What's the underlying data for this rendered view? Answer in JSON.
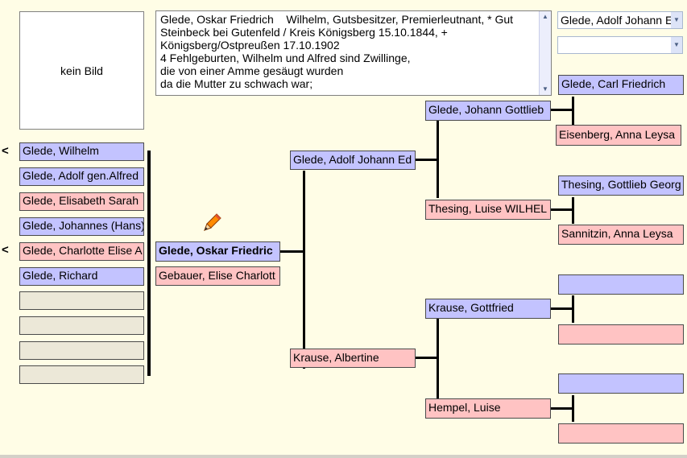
{
  "photo": {
    "label": "kein Bild"
  },
  "notes": {
    "text": "Glede, Oskar Friedrich    Wilhelm, Gutsbesitzer, Premierleutnant, * Gut\nSteinbeck bei Gutenfeld / Kreis Königsberg 15.10.1844, +\nKönigsberg/Ostpreußen 17.10.1902\n4 Fehlgeburten, Wilhelm und Alfred sind Zwillinge,\ndie von einer Amme gesäugt wurden\nda die Mutter zu schwach war;"
  },
  "selector": {
    "primary_value": "Glede, Adolf Johann E",
    "secondary_value": ""
  },
  "markers": {
    "symbol": "<"
  },
  "children": [
    {
      "name": "Glede, Wilhelm",
      "sex": "m",
      "marked": true
    },
    {
      "name": "Glede, Adolf gen.Alfred",
      "sex": "m",
      "marked": false
    },
    {
      "name": "Glede, Elisabeth Sarah",
      "sex": "f",
      "marked": false
    },
    {
      "name": "Glede, Johannes (Hans)",
      "sex": "m",
      "marked": false
    },
    {
      "name": "Glede, Charlotte Elise A",
      "sex": "f",
      "marked": true
    },
    {
      "name": "Glede, Richard",
      "sex": "m",
      "marked": false
    },
    {
      "name": "",
      "sex": "empty",
      "marked": false
    },
    {
      "name": "",
      "sex": "empty",
      "marked": false
    },
    {
      "name": "",
      "sex": "empty",
      "marked": false
    },
    {
      "name": "",
      "sex": "empty",
      "marked": false
    }
  ],
  "focus": {
    "person": "Glede, Oskar Friedric",
    "spouse": "Gebauer, Elise Charlott",
    "edit_icon": "pencil-icon"
  },
  "parents": {
    "father": "Glede, Adolf Johann Ed",
    "mother": "Krause, Albertine"
  },
  "grandparents": {
    "paternal_grandfather": "Glede, Johann Gottlieb",
    "paternal_grandmother": "Thesing, Luise WILHEL",
    "maternal_grandfather": "Krause, Gottfried",
    "maternal_grandmother": "Hempel, Luise"
  },
  "great_grandparents": {
    "pgf_father": "Glede, Carl Friedrich",
    "pgf_mother": "Eisenberg, Anna Leysa",
    "pgm_father": "Thesing, Gottlieb Georg",
    "pgm_mother": "Sannitzin, Anna Leysa",
    "mgf_father": "",
    "mgf_mother": "",
    "mgm_father": "",
    "mgm_mother": ""
  },
  "colors": {
    "male": "#c3c3ff",
    "female": "#ffc3c3",
    "empty": "#ece8d8",
    "background": "#fffde6"
  }
}
